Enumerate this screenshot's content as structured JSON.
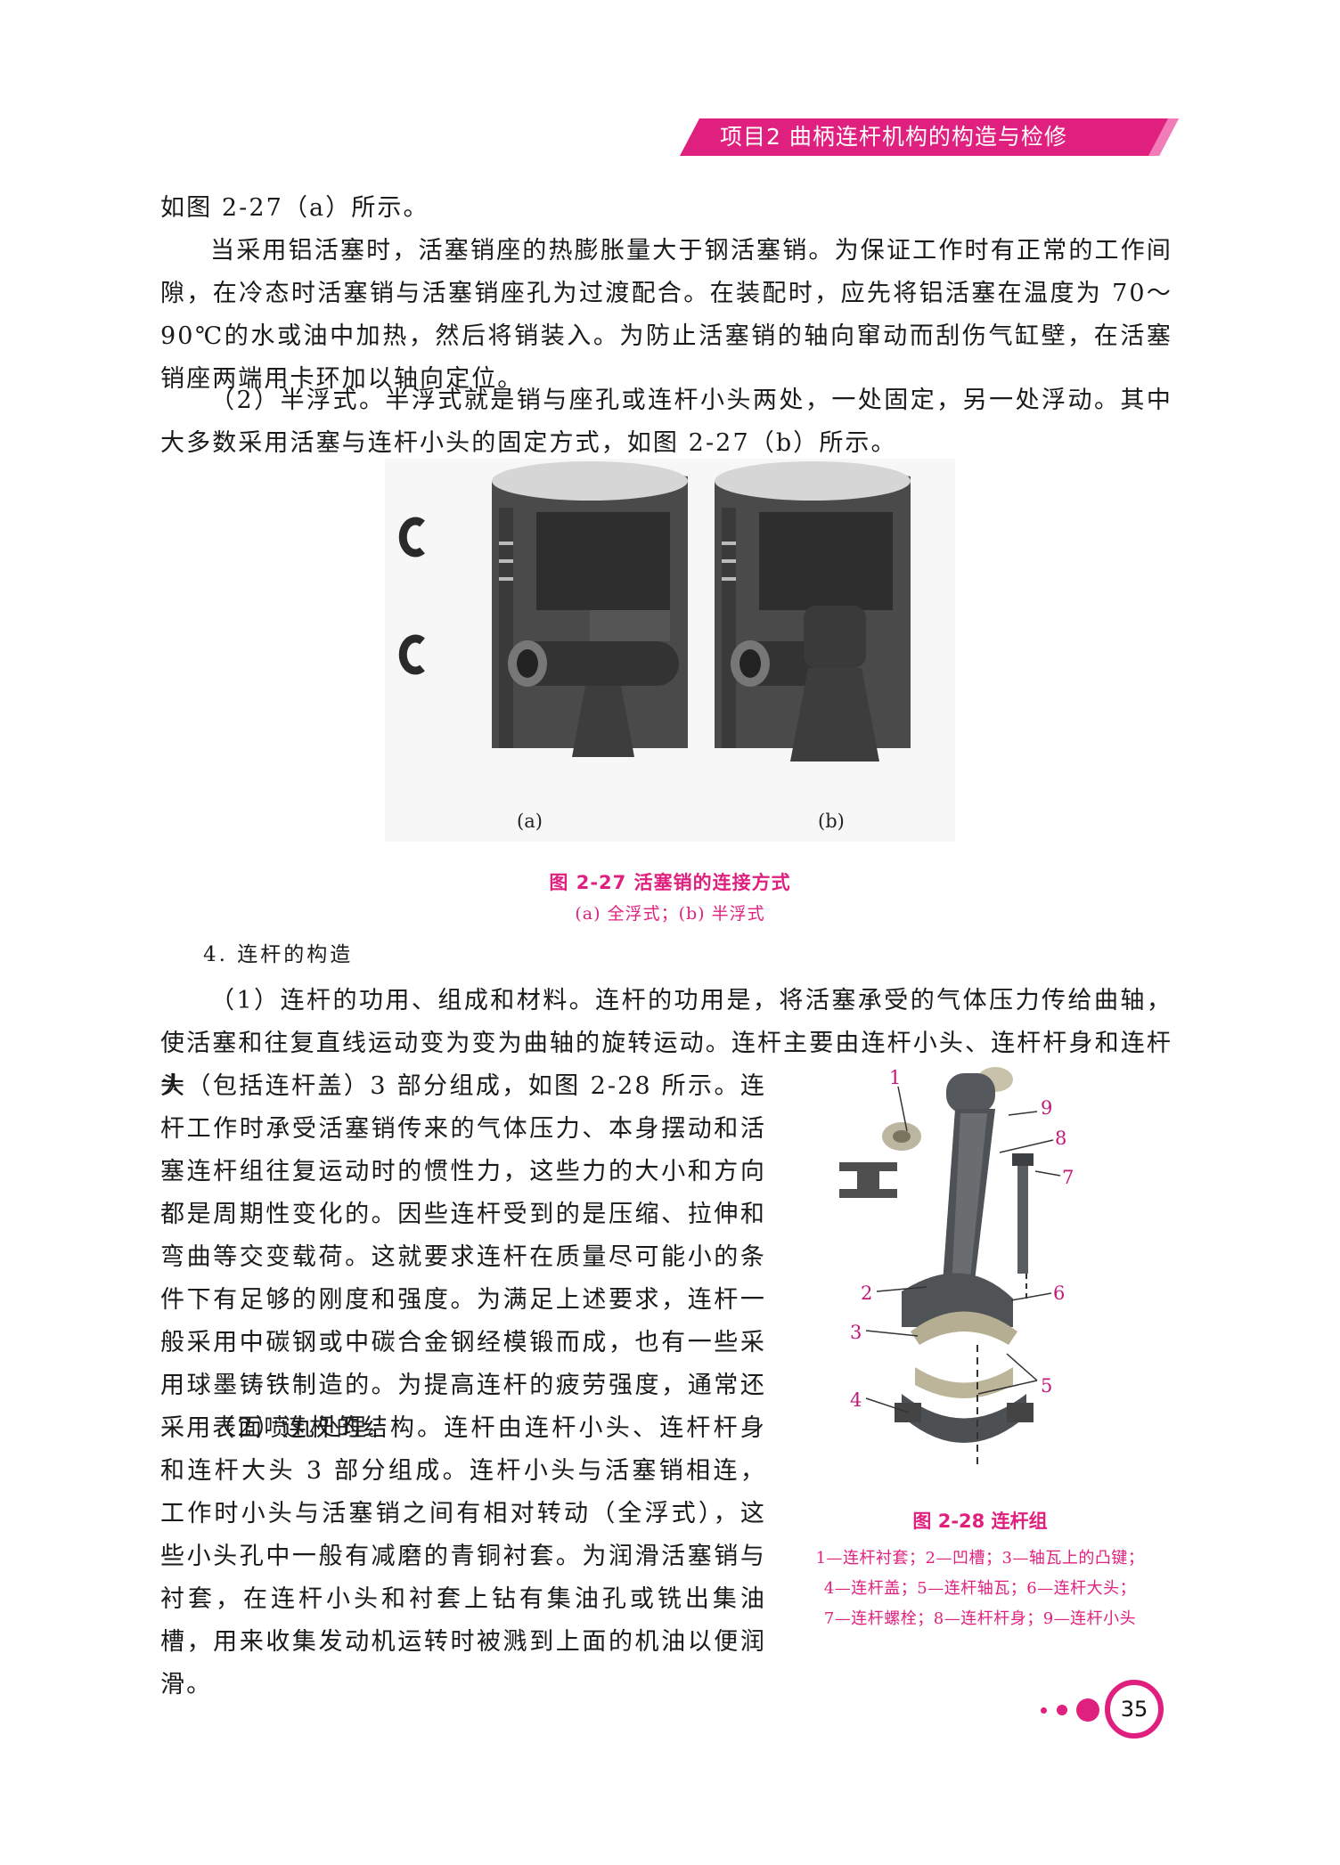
{
  "header": {
    "title": "项目2   曲柄连杆机构的构造与检修",
    "accent_color": "#e0207f"
  },
  "body": {
    "p1": "如图 2-27（a）所示。",
    "p2": "当采用铝活塞时，活塞销座的热膨胀量大于钢活塞销。为保证工作时有正常的工作间隙，在冷态时活塞销与活塞销座孔为过渡配合。在装配时，应先将铝活塞在温度为 70～90℃的水或油中加热，然后将销装入。为防止活塞销的轴向窜动而刮伤气缸壁，在活塞销座两端用卡环加以轴向定位。",
    "p3": "（2）半浮式。半浮式就是销与座孔或连杆小头两处，一处固定，另一处浮动。其中大多数采用活塞与连杆小头的固定方式，如图 2-27（b）所示。"
  },
  "figure_27": {
    "label_a": "(a)",
    "label_b": "(b)",
    "title": "图 2-27   活塞销的连接方式",
    "subtitle": "(a) 全浮式；(b) 半浮式"
  },
  "section4": {
    "heading": "4. 连杆的构造",
    "p_intro": "（1）连杆的功用、组成和材料。连杆的功用是，将活塞承受的气体压力传给曲轴，使活塞和往复直线运动变为变为曲轴的旋转运动。连杆主要由连杆小头、连杆杆身和连杆大",
    "p_left1": "头（包括连杆盖）3 部分组成，如图 2-28 所示。连杆工作时承受活塞销传来的气体压力、本身摆动和活塞连杆组往复运动时的惯性力，这些力的大小和方向都是周期性变化的。因些连杆受到的是压缩、拉伸和弯曲等交变载荷。这就要求连杆在质量尽可能小的条件下有足够的刚度和强度。为满足上述要求，连杆一般采用中碳钢或中碳合金钢经模锻而成，也有一些采用球墨铸铁制造的。为提高连杆的疲劳强度，通常还采用表面喷丸处理。",
    "p_left2": "（2）连杆的结构。连杆由连杆小头、连杆杆身和连杆大头 3 部分组成。连杆小头与活塞销相连，工作时小头与活塞销之间有相对转动（全浮式），这些小头孔中一般有减磨的青铜衬套。为润滑活塞销与衬套，在连杆小头和衬套上钻有集油孔或铣出集油槽，用来收集发动机运转时被溅到上面的机油以便润滑。"
  },
  "figure_28": {
    "title": "图 2-28   连杆组",
    "legend_1": "1—连杆衬套；2—凹槽；3—轴瓦上的凸键；",
    "legend_2": "4—连杆盖；5—连杆轴瓦；6—连杆大头；",
    "legend_3": "7—连杆螺栓；8—连杆杆身；9—连杆小头",
    "parts": [
      "1",
      "2",
      "3",
      "4",
      "5",
      "6",
      "7",
      "8",
      "9"
    ]
  },
  "page_number": "35"
}
